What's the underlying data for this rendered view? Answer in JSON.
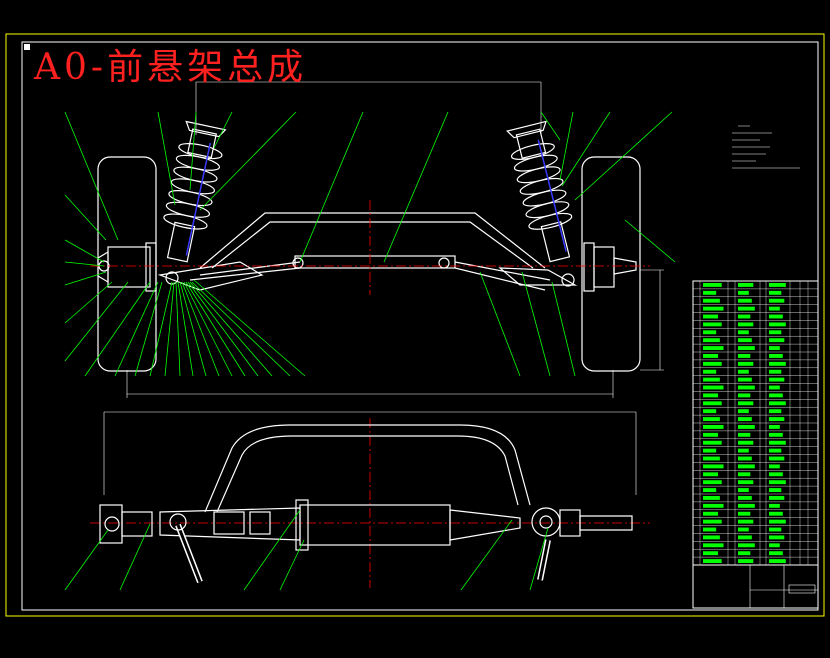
{
  "title": "A0-前悬架总成",
  "colors": {
    "background": "#000000",
    "outline": "#ffffff",
    "leader": "#00ff00",
    "centerline": "#ff0000",
    "spring_accent": "#3a3aff",
    "frame": "#ffff00"
  },
  "icons": [
    "coil-spring",
    "shock-absorber",
    "wheel-hub",
    "steering-rack",
    "control-arm",
    "tie-rod"
  ]
}
